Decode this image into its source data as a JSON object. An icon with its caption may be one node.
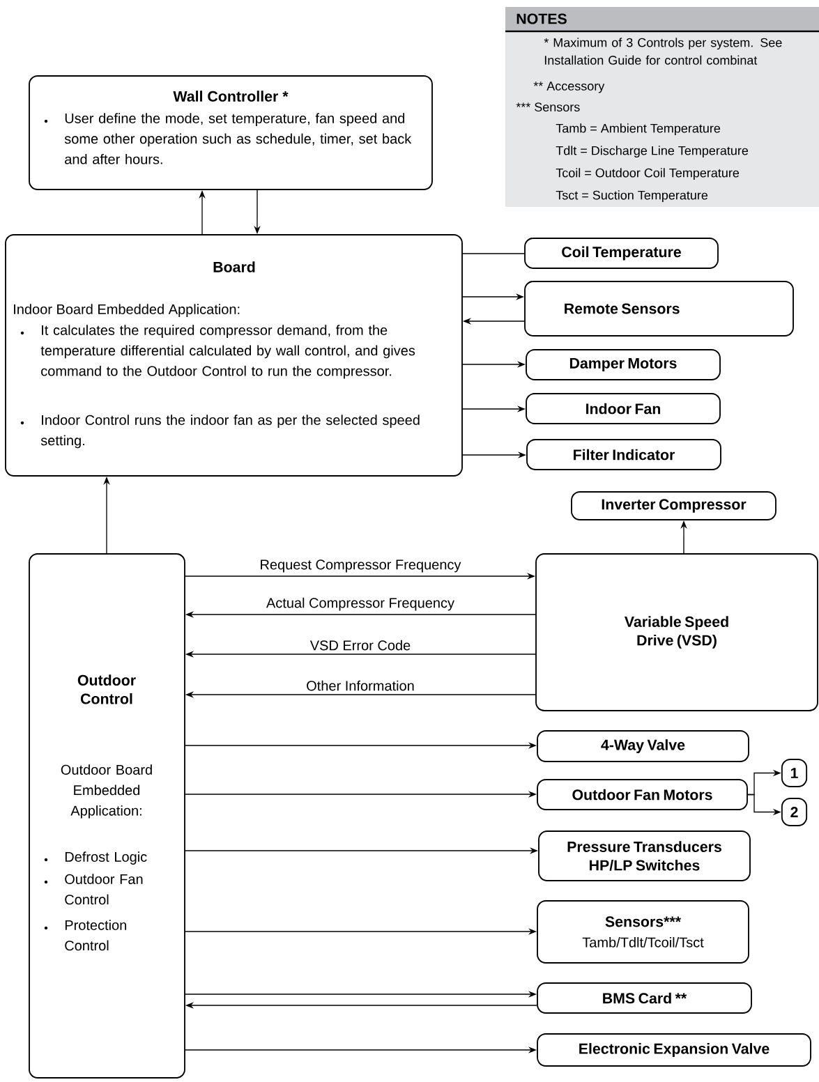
{
  "diagram": {
    "nodes": [
      {
        "text": [
          "Wall Controller *",
          "User define the mode, set temperature, fan speed and some other operation such as schedule, timer, set back and after hours."
        ]
      },
      {
        "text": [
          "Board",
          "Indoor Board Embedded Application:",
          "It calculates the required compressor demand, from the temperature differential calculated by wall control, and gives command to the Outdoor Control to run the compressor.",
          "Indoor Control runs the indoor fan as per the selected speed setting."
        ]
      },
      {
        "text": [
          "Coil Temperature"
        ]
      },
      {
        "text": [
          "Remote Sensors"
        ]
      },
      {
        "text": [
          "Damper Motors"
        ]
      },
      {
        "text": [
          "Indoor Fan"
        ]
      },
      {
        "text": [
          "Filter Indicator"
        ]
      },
      {
        "text": [
          "Inverter Compressor"
        ]
      },
      {
        "text": [
          "Outdoor Control",
          "Outdoor Board Embedded Application:",
          "Defrost Logic",
          "Outdoor Fan Control",
          "Protection Control"
        ]
      },
      {
        "text": [
          "Variable Speed Drive (VSD)"
        ]
      },
      {
        "text": [
          "4-Way Valve"
        ]
      },
      {
        "text": [
          "Outdoor Fan Motors"
        ]
      },
      {
        "text": [
          "1"
        ]
      },
      {
        "text": [
          "2"
        ]
      },
      {
        "text": [
          "Pressure Transducers HP/LP Switches"
        ]
      },
      {
        "text": [
          "Sensors***",
          "Tamb/Tdlt/Tcoil/Tsct"
        ]
      },
      {
        "text": [
          "BMS Card **"
        ]
      },
      {
        "text": [
          "Electronic Expansion Valve"
        ]
      },
      {
        "text": [
          "NOTES",
          "* Maximum of 3 Controls per system. See Installation Guide for control combinat",
          "** Accessory",
          "*** Sensors",
          "Tamb = Ambient Temperature",
          "Tdlt = Discharge Line Temperature",
          "Tcoil = Outdoor Coil Temperature",
          "Tsct = Suction Temperature"
        ]
      }
    ],
    "edges": [
      {
        "from": 1,
        "to": 0,
        "arrow": "to"
      },
      {
        "from": 0,
        "to": 1,
        "arrow": "to"
      },
      {
        "from": 1,
        "to": 2,
        "arrow": "none"
      },
      {
        "from": 1,
        "to": 3,
        "arrow": "to"
      },
      {
        "from": 3,
        "to": 1,
        "arrow": "to"
      },
      {
        "from": 1,
        "to": 4,
        "arrow": "to"
      },
      {
        "from": 1,
        "to": 5,
        "arrow": "to"
      },
      {
        "from": 1,
        "to": 6,
        "arrow": "to"
      },
      {
        "from": 8,
        "to": 1,
        "arrow": "to"
      },
      {
        "from": 9,
        "to": 7,
        "arrow": "to"
      },
      {
        "from": 8,
        "to": 9,
        "arrow": "to",
        "label": "Request Compressor Frequency"
      },
      {
        "from": 9,
        "to": 8,
        "arrow": "to",
        "label": "Actual Compressor Frequency"
      },
      {
        "from": 9,
        "to": 8,
        "arrow": "to",
        "label": "VSD Error Code"
      },
      {
        "from": 9,
        "to": 8,
        "arrow": "to",
        "label": "Other Information"
      },
      {
        "from": 8,
        "to": 10,
        "arrow": "to"
      },
      {
        "from": 8,
        "to": 11,
        "arrow": "to"
      },
      {
        "from": 11,
        "to": 12,
        "arrow": "to"
      },
      {
        "from": 11,
        "to": 13,
        "arrow": "to"
      },
      {
        "from": 8,
        "to": 14,
        "arrow": "to"
      },
      {
        "from": 8,
        "to": 15,
        "arrow": "to"
      },
      {
        "from": 8,
        "to": 16,
        "arrow": "to"
      },
      {
        "from": 16,
        "to": 8,
        "arrow": "to"
      },
      {
        "from": 8,
        "to": 17,
        "arrow": "to"
      }
    ]
  }
}
